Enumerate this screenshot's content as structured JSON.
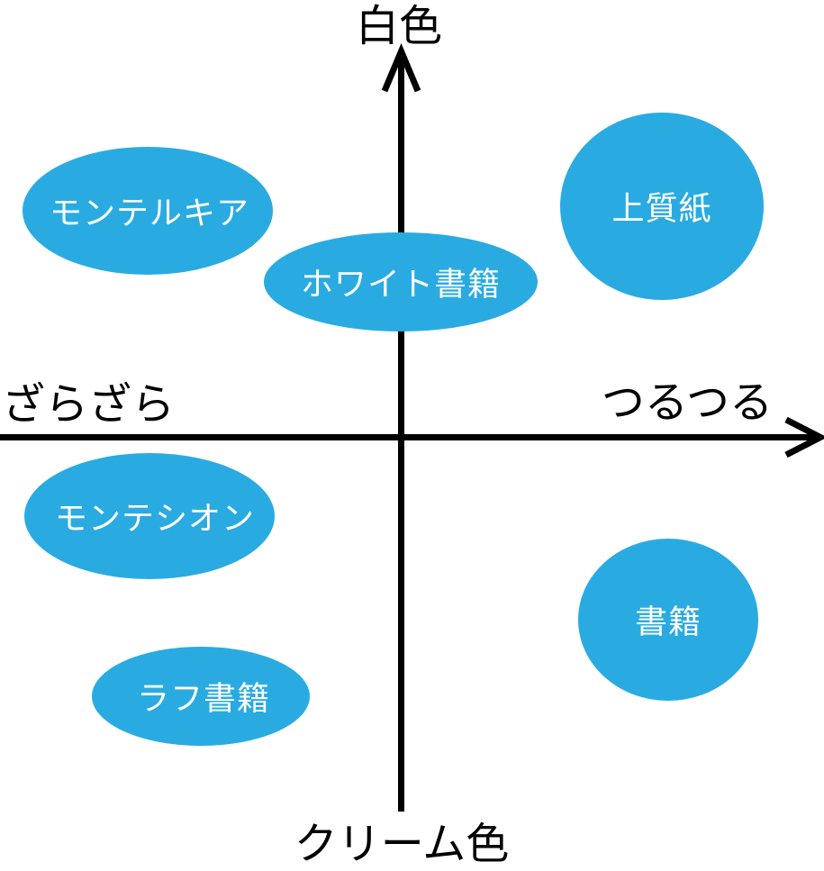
{
  "chart_data": {
    "type": "quadrant-map",
    "title": "",
    "axes": {
      "top": "白色",
      "bottom": "クリーム色",
      "left": "ざらざら",
      "right": "つるつる"
    },
    "bubbles": [
      {
        "label": "モンテルキア",
        "quadrant": "top-left",
        "x": -0.63,
        "y": 0.58
      },
      {
        "label": "ホワイト書籍",
        "quadrant": "top-center",
        "x": 0.0,
        "y": 0.4
      },
      {
        "label": "上質紙",
        "quadrant": "top-right",
        "x": 0.63,
        "y": 0.59
      },
      {
        "label": "モンテシオン",
        "quadrant": "bottom-left",
        "x": -0.61,
        "y": -0.2
      },
      {
        "label": "ラフ書籍",
        "quadrant": "bottom-left",
        "x": -0.49,
        "y": -0.67
      },
      {
        "label": "書籍",
        "quadrant": "bottom-right",
        "x": 0.65,
        "y": -0.47
      }
    ],
    "legend_position": "none",
    "grid": "off"
  },
  "colors": {
    "bubble_fill": "#29ABE2",
    "bubble_text": "#FFFFFF",
    "axis": "#000000"
  }
}
